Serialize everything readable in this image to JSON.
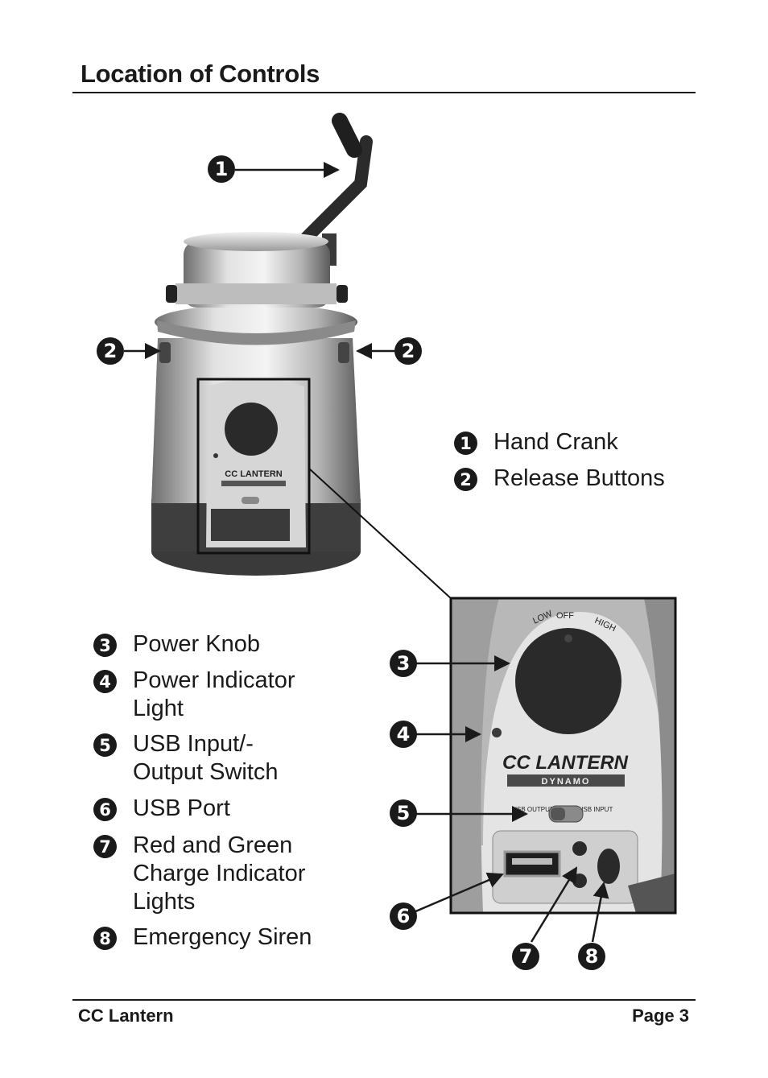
{
  "header": {
    "title": "Location of Controls"
  },
  "legend_top": [
    {
      "num": "1",
      "label": "Hand Crank"
    },
    {
      "num": "2",
      "label": "Release Buttons"
    }
  ],
  "legend_bottom": [
    {
      "num": "3",
      "label": "Power Knob"
    },
    {
      "num": "4",
      "label": "Power Indicator Light"
    },
    {
      "num": "5",
      "label": "USB Input/- Output Switch"
    },
    {
      "num": "6",
      "label": "USB Port"
    },
    {
      "num": "7",
      "label": "Red and Green Charge Indicator Lights"
    },
    {
      "num": "8",
      "label": "Emergency Siren"
    }
  ],
  "device_labels": {
    "knob_low": "LOW",
    "knob_off": "OFF",
    "knob_high": "HIGH",
    "brand": "CC LANTERN",
    "model": "DYNAMO",
    "usb_output": "USB OUTPUT",
    "usb_input": "USB INPUT"
  },
  "footer": {
    "left": "CC Lantern",
    "right": "Page 3"
  }
}
